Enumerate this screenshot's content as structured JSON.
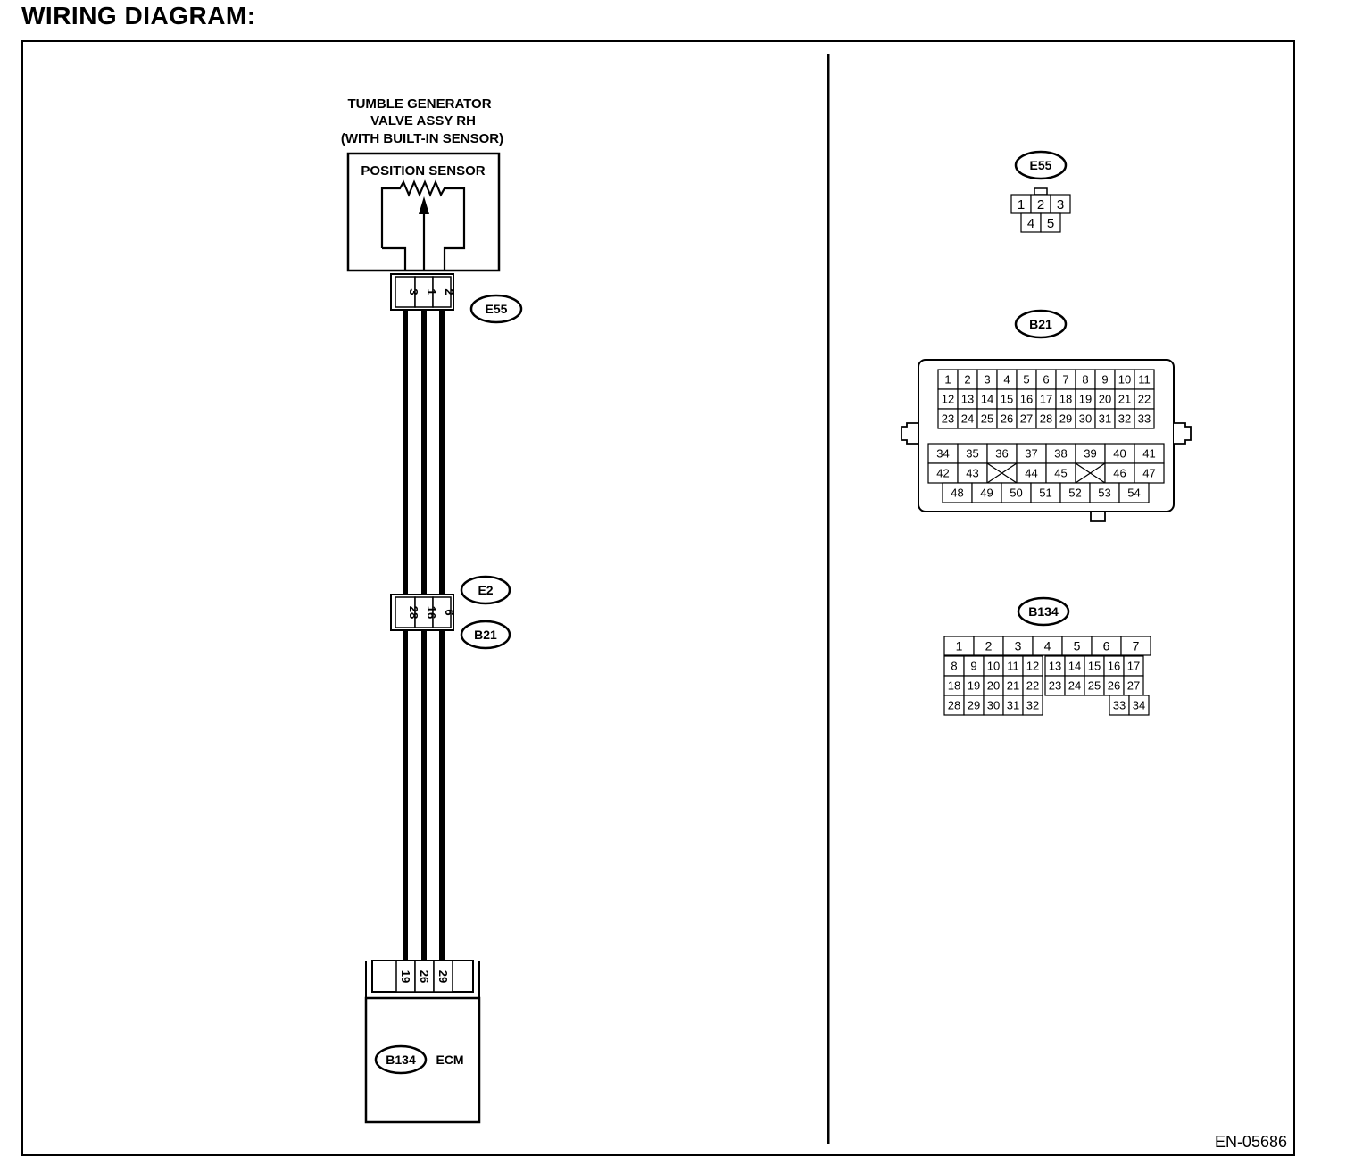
{
  "header": {
    "title": "WIRING DIAGRAM:"
  },
  "doc_code": "EN-05686",
  "valve_assy": {
    "title_lines": [
      "TUMBLE GENERATOR",
      "VALVE ASSY RH",
      "(WITH BUILT-IN SENSOR)"
    ],
    "sensor_label": "POSITION SENSOR"
  },
  "connectors": {
    "e55": {
      "label": "E55",
      "pins": [
        "3",
        "1",
        "2"
      ]
    },
    "e2_b21": {
      "upper_label": "E2",
      "lower_label": "B21",
      "pins": [
        "28",
        "16",
        "6"
      ]
    },
    "ecm": {
      "label": "B134",
      "name": "ECM",
      "pins": [
        "19",
        "26",
        "29"
      ]
    }
  },
  "connector_views": {
    "e55": {
      "label": "E55",
      "top_row": [
        "1",
        "2",
        "3"
      ],
      "bottom_row": [
        "4",
        "5"
      ]
    },
    "b21": {
      "label": "B21",
      "upper_rows": [
        [
          "1",
          "2",
          "3",
          "4",
          "5",
          "6",
          "7",
          "8",
          "9",
          "10",
          "11"
        ],
        [
          "12",
          "13",
          "14",
          "15",
          "16",
          "17",
          "18",
          "19",
          "20",
          "21",
          "22"
        ],
        [
          "23",
          "24",
          "25",
          "26",
          "27",
          "28",
          "29",
          "30",
          "31",
          "32",
          "33"
        ]
      ],
      "lower_rows": [
        [
          "34",
          "35",
          "36",
          "37",
          "38",
          "39",
          "40",
          "41"
        ],
        [
          "42",
          "43",
          "",
          "44",
          "45",
          "",
          "46",
          "47"
        ],
        [
          "48",
          "49",
          "50",
          "51",
          "52",
          "53",
          "54"
        ]
      ]
    },
    "b134": {
      "label": "B134",
      "row1": [
        "1",
        "2",
        "3",
        "4",
        "5",
        "6",
        "7"
      ],
      "row2": [
        "8",
        "9",
        "10",
        "11",
        "12",
        "13",
        "14",
        "15",
        "16",
        "17"
      ],
      "row3": [
        "18",
        "19",
        "20",
        "21",
        "22",
        "23",
        "24",
        "25",
        "26",
        "27"
      ],
      "row4_left": [
        "28",
        "29",
        "30",
        "31",
        "32"
      ],
      "row4_right": [
        "33",
        "34"
      ]
    }
  }
}
